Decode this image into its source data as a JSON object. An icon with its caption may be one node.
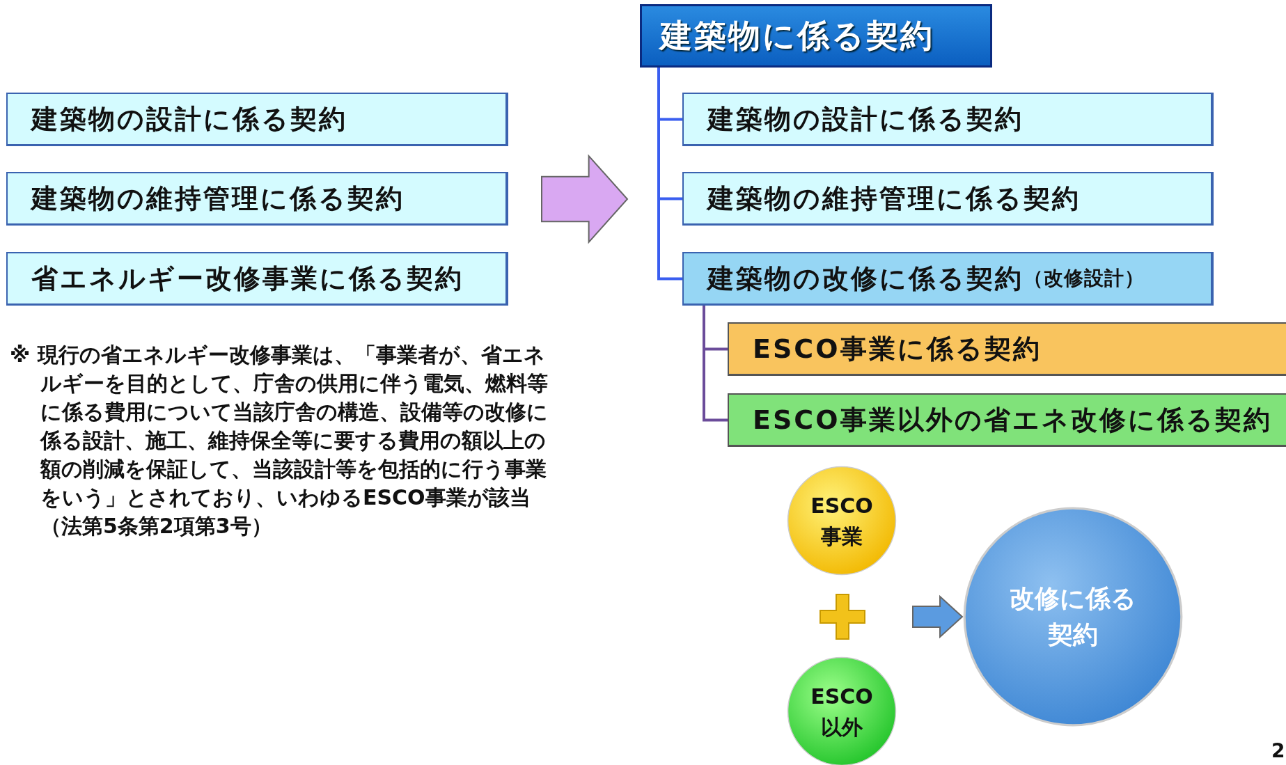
{
  "diagram": {
    "nodes": [
      {
        "text": [
          "建築物の設計に係る契約"
        ]
      },
      {
        "text": [
          "建築物の維持管理に係る契約"
        ]
      },
      {
        "text": [
          "省エネルギー改修事業に係る契約"
        ]
      },
      {
        "text": [
          "建築物に係る契約"
        ]
      },
      {
        "text": [
          "建築物の設計に係る契約"
        ]
      },
      {
        "text": [
          "建築物の維持管理に係る契約"
        ]
      },
      {
        "text": [
          "建築物の改修に係る契約",
          "（改修設計）"
        ]
      },
      {
        "text": [
          "ESCO事業に係る契約"
        ]
      },
      {
        "text": [
          "ESCO事業以外の省エネ改修に係る契約"
        ]
      },
      {
        "text": [
          "ESCO事業"
        ]
      },
      {
        "text": [
          "ESCO以外"
        ]
      },
      {
        "text": [
          "改修に係る契約"
        ]
      }
    ],
    "edges": [
      {
        "from": 1,
        "to": null,
        "arrow": "to",
        "style": "thick",
        "color": "#d9a8f2"
      },
      {
        "from": 3,
        "to": 4,
        "arrow": "none",
        "color": "#3a5ef0"
      },
      {
        "from": 3,
        "to": 5,
        "arrow": "none",
        "color": "#3a5ef0"
      },
      {
        "from": 3,
        "to": 6,
        "arrow": "none",
        "color": "#3a5ef0"
      },
      {
        "from": 6,
        "to": 7,
        "arrow": "none",
        "color": "#6b4c9a"
      },
      {
        "from": 6,
        "to": 8,
        "arrow": "none",
        "color": "#6b4c9a"
      },
      {
        "from": null,
        "to": 11,
        "arrow": "to",
        "style": "thick",
        "color": "#5b9be0"
      }
    ],
    "labels": [
      "※ 現行の省エネルギー改修事業は、「事業者が、省エネルギーを目的として、庁舎の供用に伴う電気、燃料等に係る費用について当該庁舎の構造、設備等の改修に係る設計、施工、維持保全等に要する費用の額以上の額の削減を保証して、当該設計等を包括的に行う事業をいう」とされており、いわゆるESCO事業が該当（法第5条第2項第3号）",
      "2"
    ]
  }
}
